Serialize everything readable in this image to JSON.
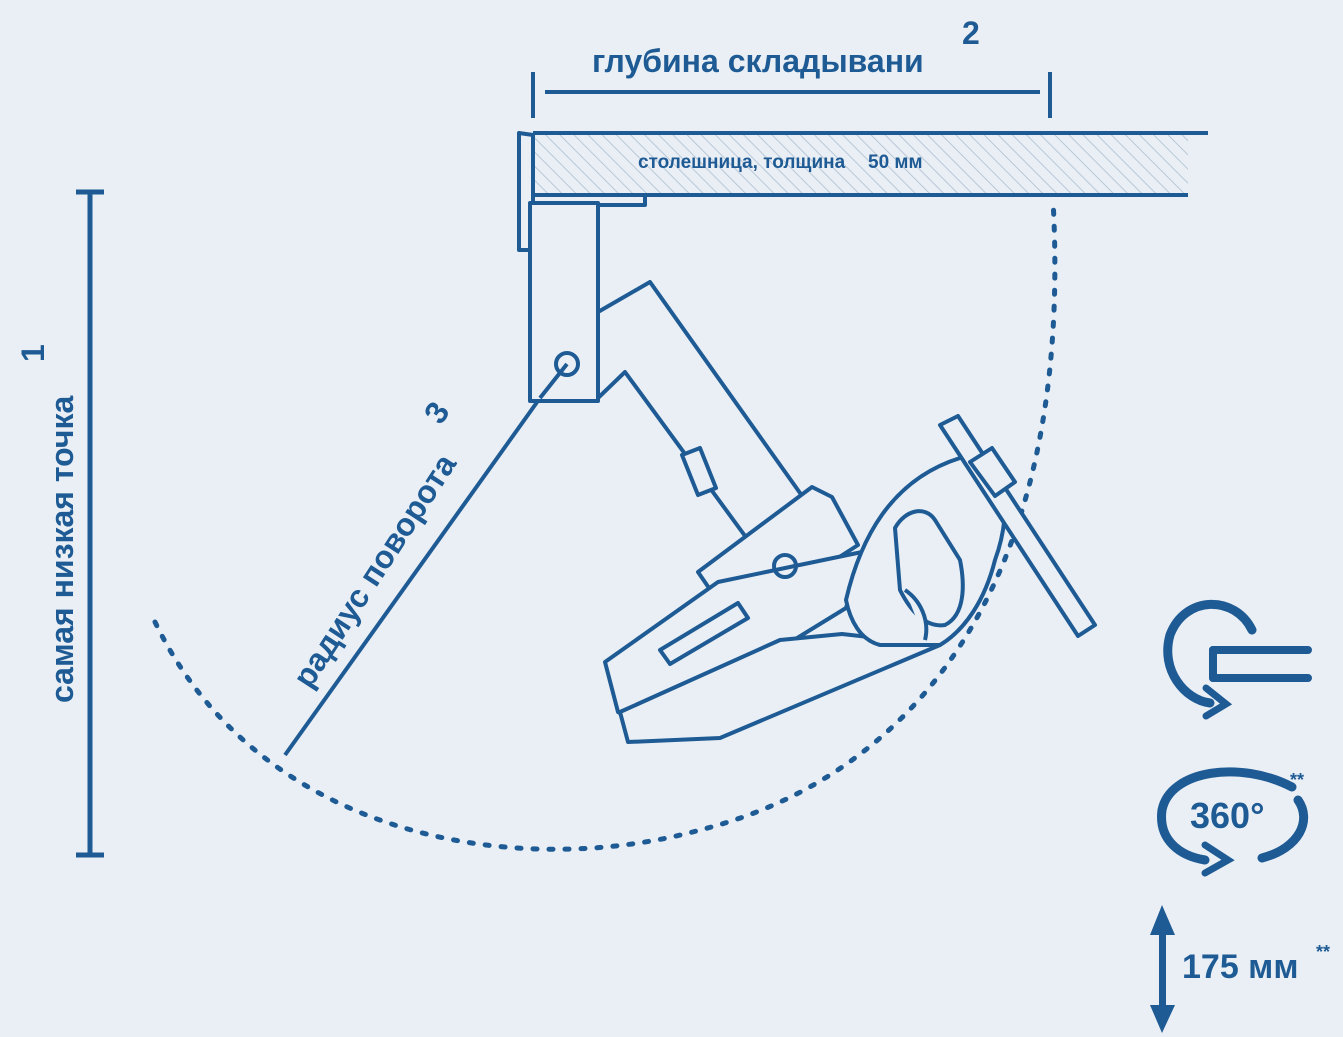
{
  "colors": {
    "background": "#e9eff5",
    "primary": "#1e5a94",
    "hatch": "#b9c7d6"
  },
  "labels": {
    "fold_depth": "глубина складывани",
    "fold_depth_num": "2",
    "countertop": "столешница, толщина",
    "countertop_value": "50 мм",
    "lowest_point": "самая низкая точка",
    "lowest_point_num": "1",
    "swing_radius": "радиус поворота",
    "swing_radius_num": "3"
  },
  "features": {
    "rotation_icon": "swivel-rotation-icon",
    "rotation_degrees": "360°",
    "rotation_note": "**",
    "height_value": "175 мм",
    "height_note": "**"
  }
}
